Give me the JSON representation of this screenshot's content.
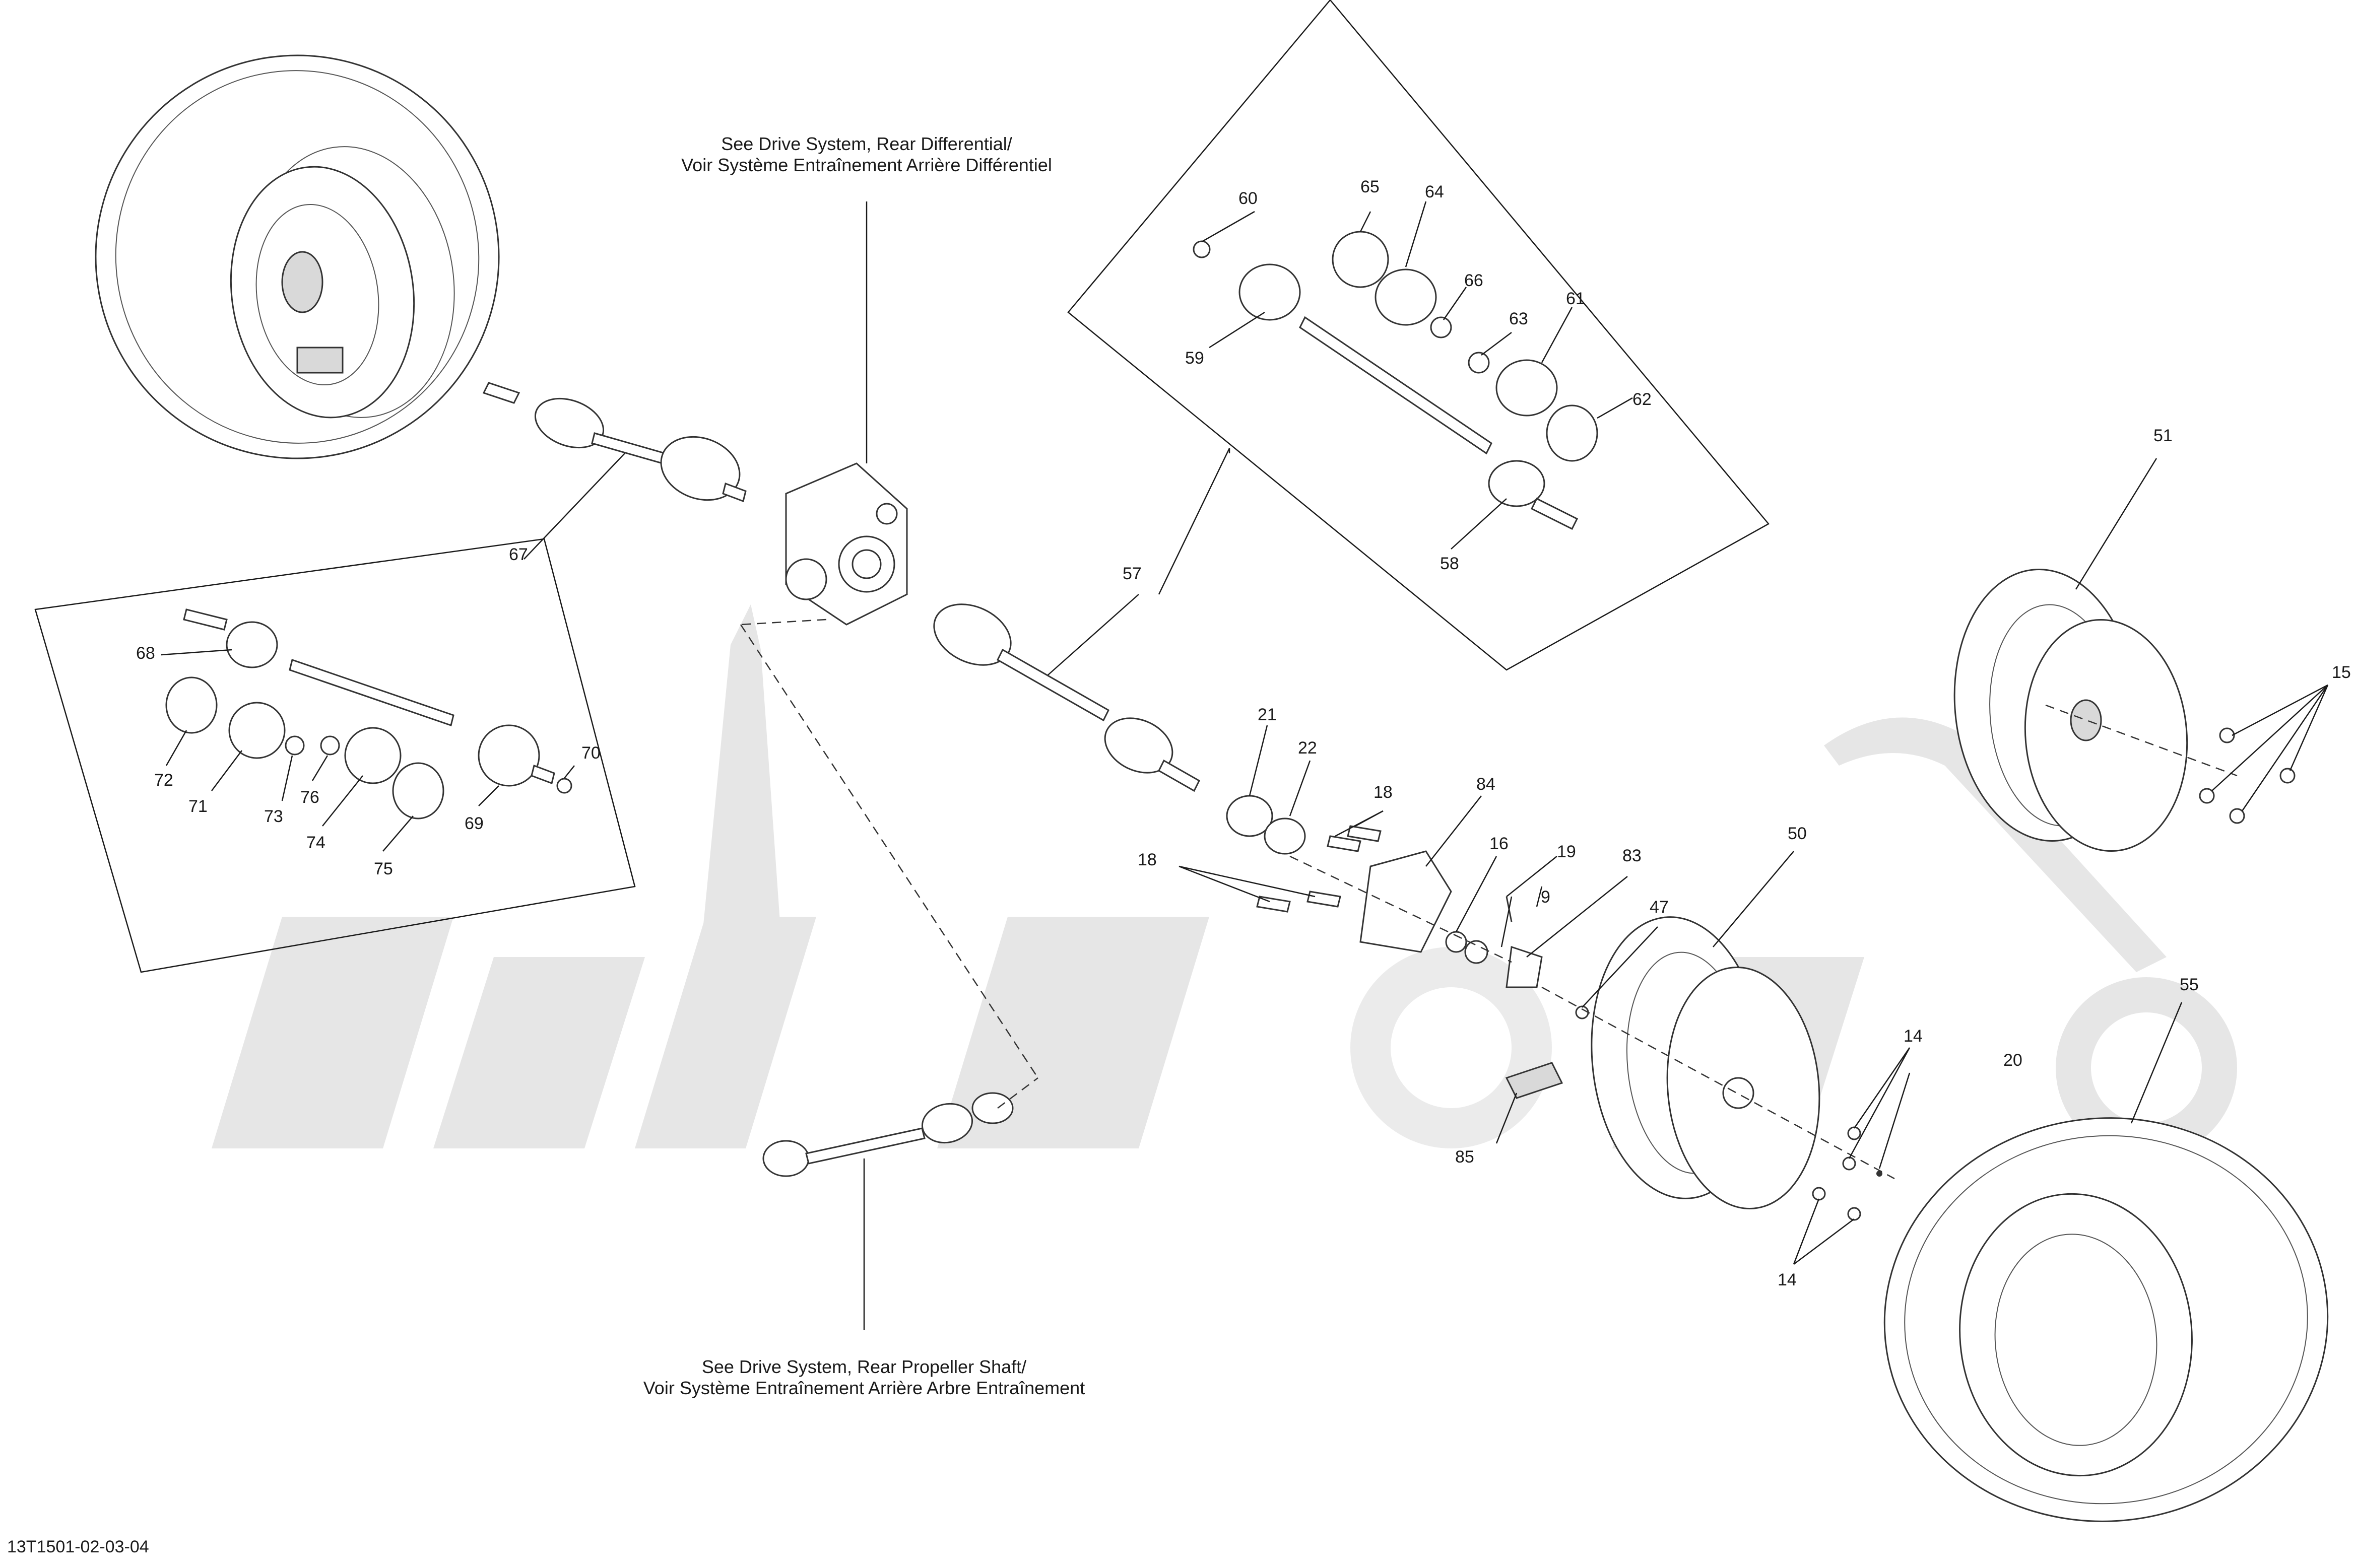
{
  "diagram": {
    "notes": {
      "differential": [
        "See Drive System, Rear Differential/",
        "Voir Système Entraînement Arrière Différentiel"
      ],
      "propeller": [
        "See Drive System, Rear Propeller Shaft/",
        "Voir Système Entraînement Arrière Arbre Entraînement"
      ]
    },
    "part_code": "13T1501-02-03-04",
    "callouts": {
      "c60": "60",
      "c65": "65",
      "c64": "64",
      "c66": "66",
      "c63": "63",
      "c61": "61",
      "c62": "62",
      "c59": "59",
      "c58": "58",
      "c57": "57",
      "c51": "51",
      "c15": "15",
      "c67": "67",
      "c68": "68",
      "c72": "72",
      "c71": "71",
      "c73": "73",
      "c76": "76",
      "c74": "74",
      "c75": "75",
      "c69": "69",
      "c70": "70",
      "c21": "21",
      "c22": "22",
      "c18a": "18",
      "c18b": "18",
      "c84": "84",
      "c16": "16",
      "c19": "19",
      "c9": "9",
      "c83": "83",
      "c47": "47",
      "c50": "50",
      "c85": "85",
      "c14a": "14",
      "c14b": "14",
      "c20": "20",
      "c55": "55"
    }
  }
}
